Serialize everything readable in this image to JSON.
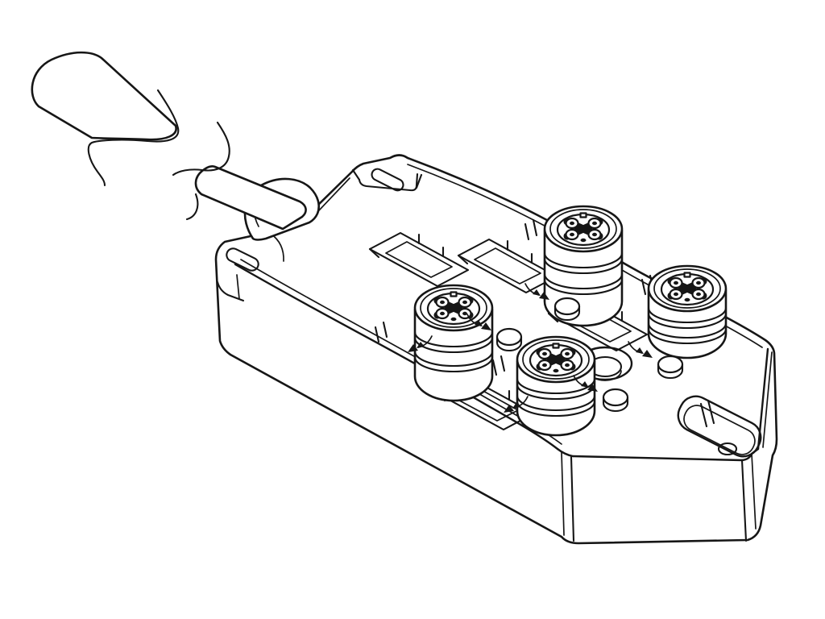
{
  "figure": {
    "title": "4-port M12 distribution box with molded cable",
    "description": "Black-and-white isometric technical line drawing of a flat rectangular 4-port M12 sensor/actuator distribution box. A molded round cable enters at the upper left through a strain-relief gland and is drawn with two break marks. The top face carries four M12 female circular ports with pin sockets, an LED indicator dome with arrow markers beside each port, slanted label holders, a counterbored round mounting hole, an obround hanging slot at the lower right, and two mounting tabs with oval slots on the near corners.",
    "style": "technical-line-drawing",
    "colors": {
      "background": "#ffffff",
      "line": "#161616"
    }
  },
  "components": {
    "cable": {
      "name": "molded cable",
      "segments": 2,
      "break_marks": 2
    },
    "gland": {
      "name": "cable strain-relief gland"
    },
    "ports": [
      {
        "id": "port-1",
        "type": "M12 female socket",
        "pins": 5,
        "position": "front-left"
      },
      {
        "id": "port-2",
        "type": "M12 female socket",
        "pins": 5,
        "position": "rear-left"
      },
      {
        "id": "port-3",
        "type": "M12 female socket",
        "pins": 5,
        "position": "front-right"
      },
      {
        "id": "port-4",
        "type": "M12 female socket",
        "pins": 5,
        "position": "rear-right"
      }
    ],
    "led_indicators": 4,
    "label_holders": 4,
    "mounting": {
      "tabs_with_slots": 2,
      "counterbore_hole": 1,
      "hanging_slot": 1
    }
  }
}
